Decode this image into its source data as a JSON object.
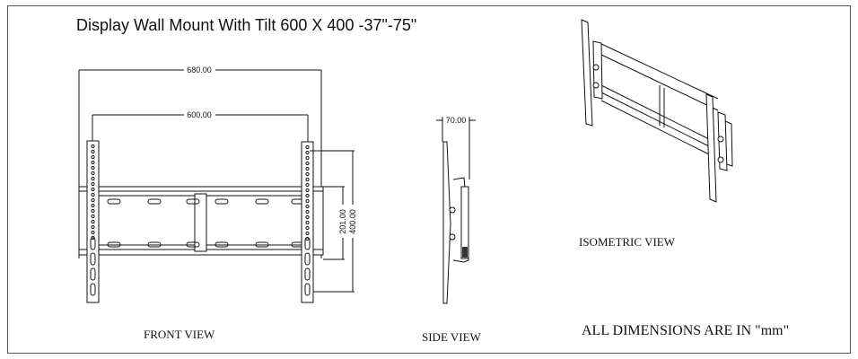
{
  "title": "Display Wall Mount  With Tilt 600 X 400 -37\"-75\"",
  "front_view": {
    "label": "FRONT VIEW",
    "dim_overall_width": "680.00",
    "dim_vesa_width": "600.00",
    "dim_crossbar_height": "201.00",
    "dim_vesa_height": "400.00"
  },
  "side_view": {
    "label": "SIDE VIEW",
    "dim_depth": "70.00"
  },
  "isometric_view": {
    "label": "ISOMETRIC VIEW"
  },
  "note": "ALL DIMENSIONS ARE IN \"mm\""
}
